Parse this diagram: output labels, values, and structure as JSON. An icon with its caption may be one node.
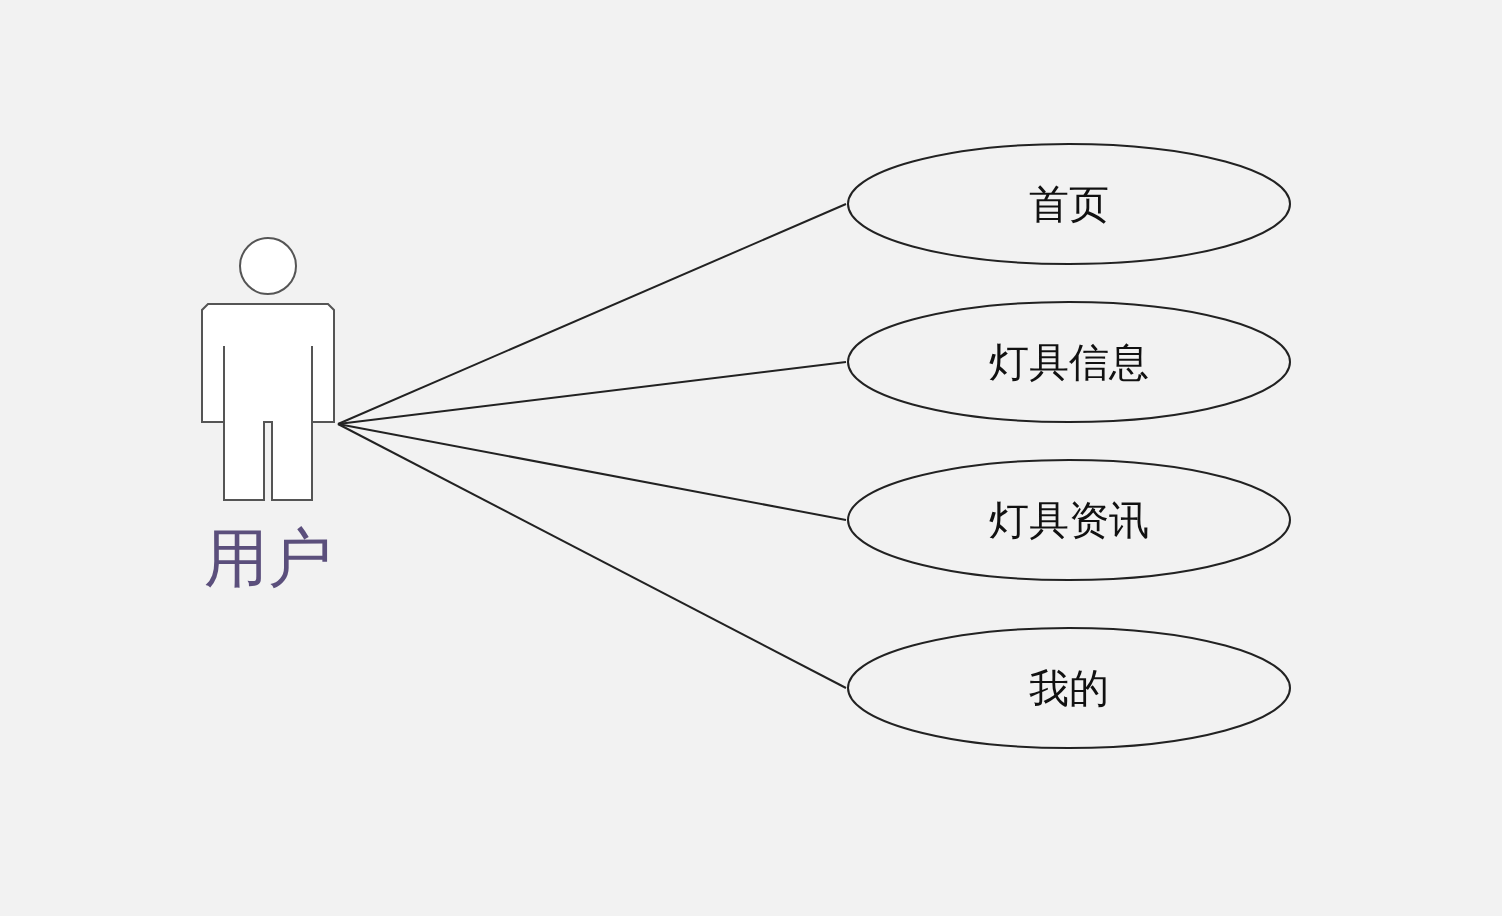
{
  "diagram": {
    "nodes": [
      {
        "text": [
          "用户"
        ]
      },
      {
        "text": [
          "首页"
        ]
      },
      {
        "text": [
          "灯具信息"
        ]
      },
      {
        "text": [
          "灯具资讯"
        ]
      },
      {
        "text": [
          "我的"
        ]
      }
    ],
    "edges": [
      {
        "from": 0,
        "to": 1,
        "arrow": "none"
      },
      {
        "from": 0,
        "to": 2,
        "arrow": "none"
      },
      {
        "from": 0,
        "to": 3,
        "arrow": "none"
      },
      {
        "from": 0,
        "to": 4,
        "arrow": "none"
      }
    ]
  }
}
